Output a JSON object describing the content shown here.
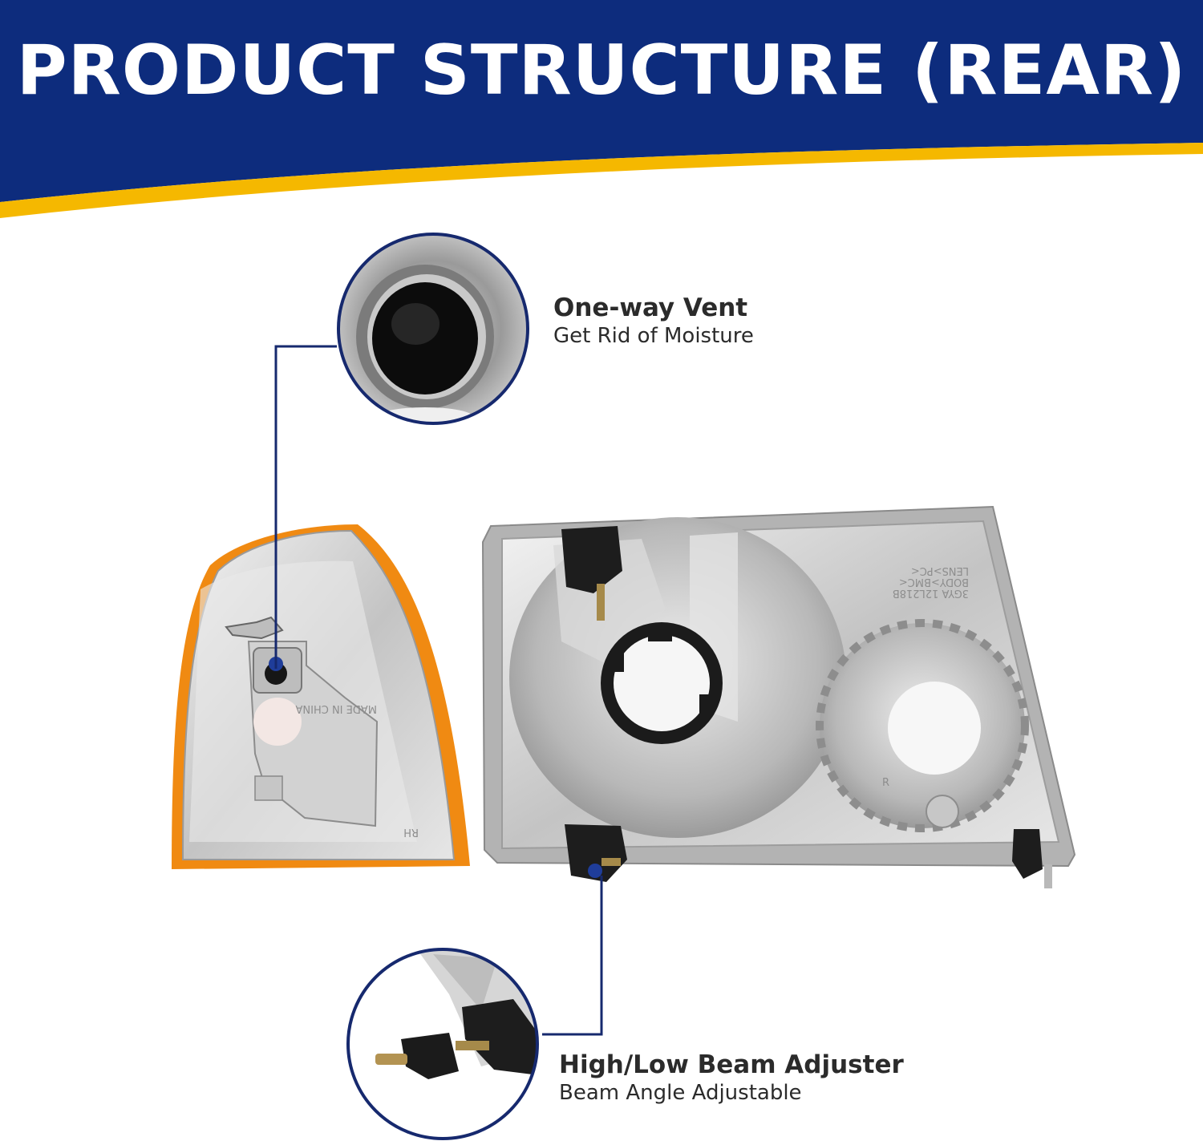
{
  "header": {
    "title": "PRODUCT STRUCTURE (REAR)"
  },
  "callouts": {
    "vent": {
      "title": "One-way Vent",
      "subtitle": "Get Rid of Moisture"
    },
    "adjuster": {
      "title": "High/Low Beam Adjuster",
      "subtitle": "Beam Angle Adjustable"
    }
  },
  "embossed_text": {
    "corner_made_in": "MADE IN CHINA",
    "corner_side": "RH",
    "headlight_side": "R",
    "headlight_codes": [
      "LENS>PC<",
      "BODY>BMC<",
      "3GYA 12L218B"
    ]
  },
  "colors": {
    "banner_blue": "#0d2c7d",
    "stripe_yellow": "#f5b800",
    "connector_line": "#16296e",
    "amber_lens": "#f08a12",
    "chrome": "#c9c9c9"
  }
}
